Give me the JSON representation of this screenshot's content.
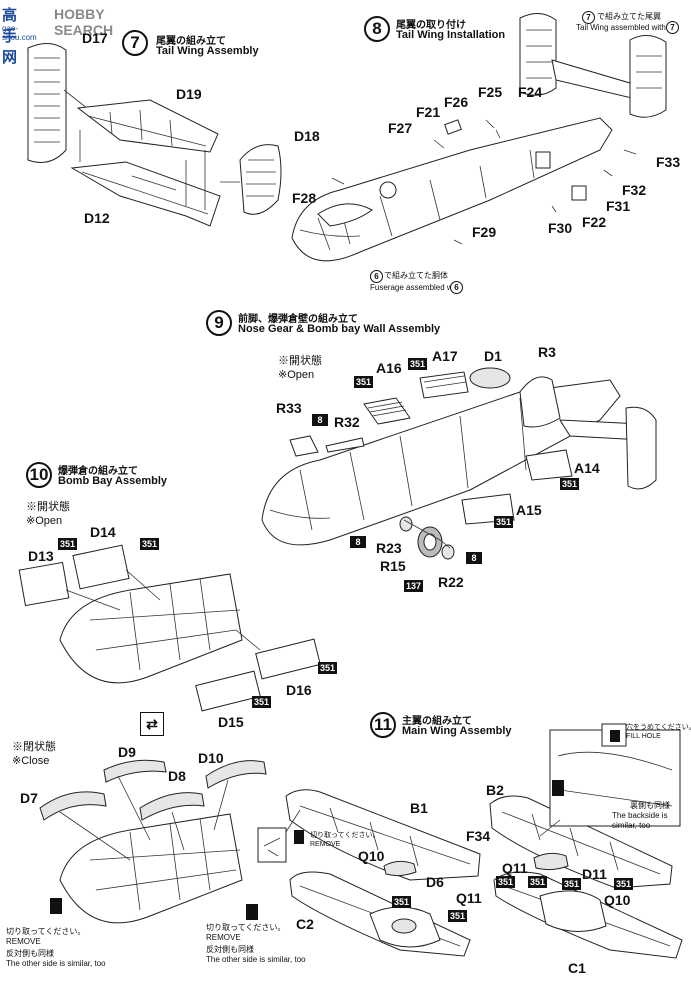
{
  "watermark": {
    "logo_text": "高手网",
    "brand": "HOBBY SEARCH",
    "url": "gao-shou.com"
  },
  "steps": {
    "s7": {
      "num": "7",
      "jp": "尾翼の組み立て",
      "en": "Tail Wing Assembly"
    },
    "s8": {
      "num": "8",
      "jp": "尾翼の取り付け",
      "en": "Tail Wing Installation",
      "note_num": "7",
      "note_jp": "で組み立てた尾翼",
      "note_en": "Tail Wing assembled with",
      "fuselage_num": "6",
      "fuselage_jp": "で組み立てた胴体",
      "fuselage_en": "Fuserage assembled with"
    },
    "s9": {
      "num": "9",
      "jp": "前脚、爆弾倉壁の組み立て",
      "en": "Nose Gear & Bomb bay Wall Assembly",
      "open_jp": "※開状態",
      "open_en": "※Open"
    },
    "s10": {
      "num": "10",
      "jp": "爆弾倉の組み立て",
      "en": "Bomb Bay Assembly",
      "open_jp": "※開状態",
      "open_en": "※Open",
      "close_jp": "※閉状態",
      "close_en": "※Close"
    },
    "s11": {
      "num": "11",
      "jp": "主翼の組み立て",
      "en": "Main Wing Assembly"
    }
  },
  "parts": {
    "D17": "D17",
    "D19": "D19",
    "D18": "D18",
    "D12": "D12",
    "F21": "F21",
    "F26": "F26",
    "F25": "F25",
    "F24": "F24",
    "F27": "F27",
    "F33": "F33",
    "F28": "F28",
    "F32": "F32",
    "F31": "F31",
    "F22": "F22",
    "F30": "F30",
    "F29": "F29",
    "A16": "A16",
    "A17": "A17",
    "D1": "D1",
    "R3": "R3",
    "R33": "R33",
    "R32": "R32",
    "A14": "A14",
    "A15": "A15",
    "R23": "R23",
    "R15": "R15",
    "R22": "R22",
    "D13": "D13",
    "D14": "D14",
    "D16": "D16",
    "D15": "D15",
    "D9": "D9",
    "D10": "D10",
    "D8": "D8",
    "D7": "D7",
    "B1": "B1",
    "B2": "B2",
    "F34": "F34",
    "Q10": "Q10",
    "D6": "D6",
    "Q11": "Q11",
    "Q11b": "Q11",
    "D11": "D11",
    "Q10b": "Q10",
    "C2": "C2",
    "C1": "C1"
  },
  "paint_codes": {
    "c351": "351",
    "c8": "8",
    "c137": "137"
  },
  "notes": {
    "cut_jp": "切り取ってください。",
    "cut_en": "REMOVE",
    "other_jp": "反対側も同様",
    "other_en": "The other side is similar, too",
    "fill_jp": "穴をうめてください。",
    "fill_en": "FILL HOLE",
    "back_jp": "裏側も同様",
    "back_en1": "The backside is",
    "back_en2": "similar, too"
  },
  "icons": [
    "swap-arrows-icon",
    "cut-knife-icon",
    "fill-hole-icon"
  ]
}
